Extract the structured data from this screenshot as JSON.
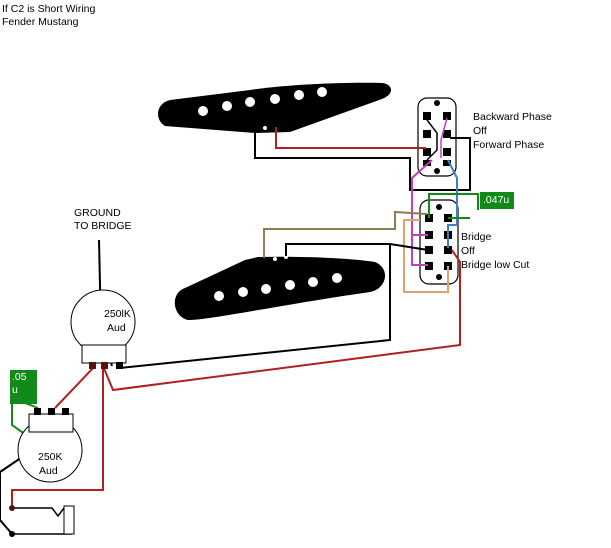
{
  "title": {
    "line1": "If C2 is Short Wiring",
    "line2": "Fender Mustang"
  },
  "labels": {
    "ground_line1": "GROUND",
    "ground_line2": "TO BRIDGE",
    "volume_pot_line1": "250lK",
    "volume_pot_line2": "Aud",
    "tone_pot_line1": "250K",
    "tone_pot_line2": "Aud"
  },
  "phase_switch": {
    "positions": [
      "Backward Phase",
      "Off",
      "Forward Phase"
    ]
  },
  "bridge_switch": {
    "positions": [
      "Bridge",
      "Off",
      "Bridge low Cut"
    ]
  },
  "capacitors": {
    "bridge_cap": ".047u",
    "tone_cap_line1": ".05",
    "tone_cap_line2": "u"
  },
  "components": {
    "neck_pickup": "single-coil-pickup",
    "bridge_pickup": "single-coil-pickup",
    "volume_pot": "potentiometer",
    "tone_pot": "potentiometer",
    "output_jack": "mono-jack"
  },
  "colors": {
    "hot_wire": "#b02020",
    "ground_wire": "#000000",
    "magenta_wire": "#c040c0",
    "blue_wire": "#3a80c8",
    "green_wire": "#128a1a",
    "olive_wire": "#8a8050",
    "tan_wire": "#e0a070",
    "cap_fill": "#128a1a"
  }
}
